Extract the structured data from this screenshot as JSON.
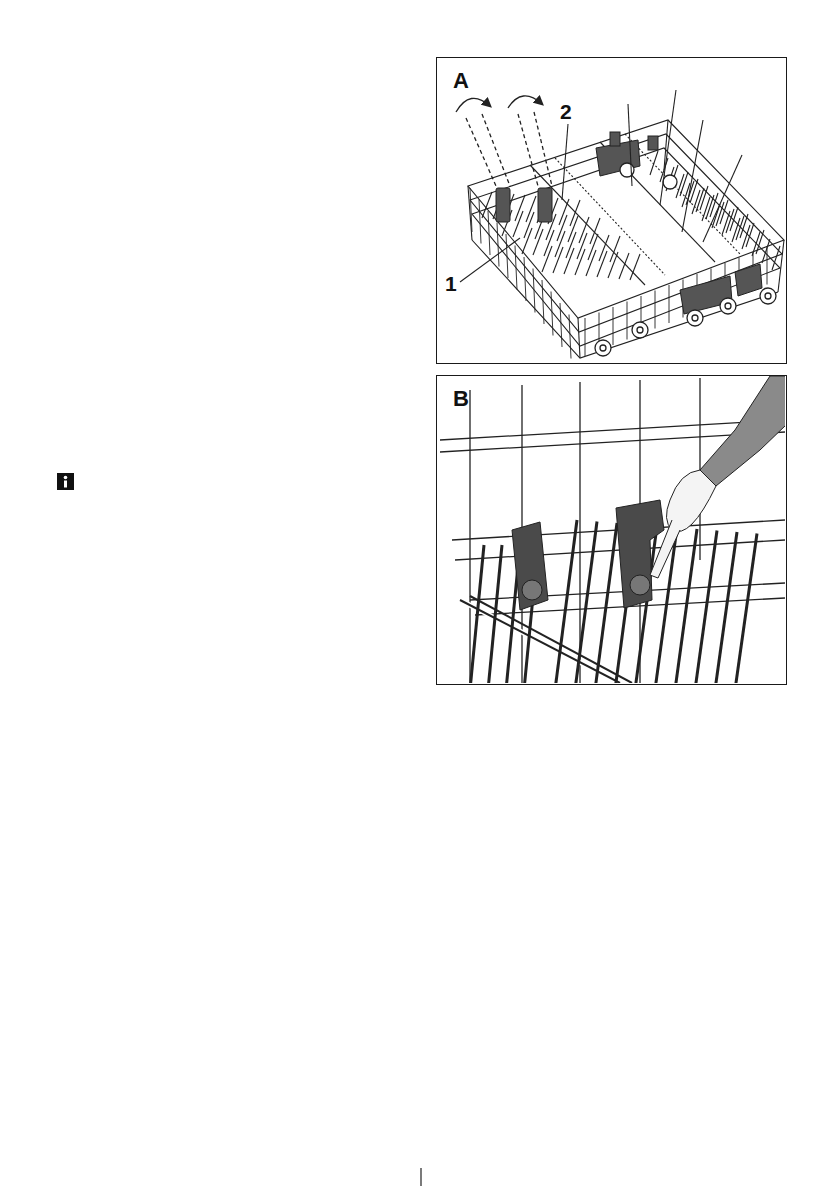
{
  "diagram": {
    "nodes": [
      {
        "text": [
          "A"
        ]
      },
      {
        "text": [
          "B"
        ]
      }
    ],
    "labels": [
      "2",
      "1"
    ]
  }
}
